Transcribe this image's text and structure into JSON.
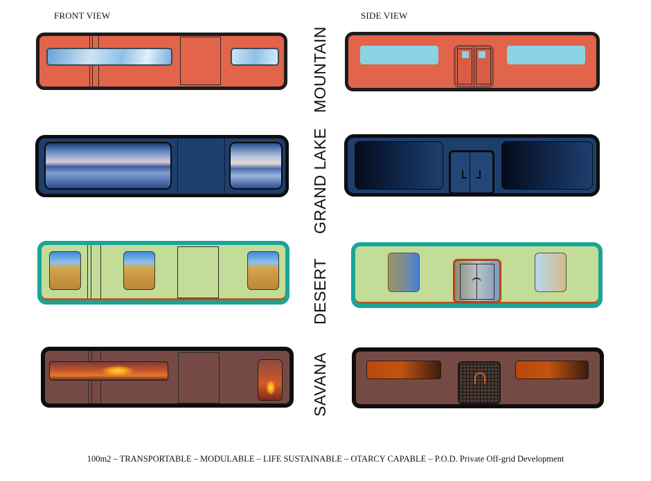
{
  "headers": {
    "front": "FRONT VIEW",
    "side": "SIDE VIEW"
  },
  "rows": [
    {
      "label": "MOUNTAIN",
      "body_color": "#e2644a",
      "border_color": "#1c1c1c"
    },
    {
      "label": "GRAND  LAKE",
      "body_color": "#1d3f6e",
      "border_color": "#0d0d0d"
    },
    {
      "label": "DESERT",
      "body_color": "#c3dc98",
      "border_color": "#1aa597"
    },
    {
      "label": "SAVANA",
      "body_color": "#754a45",
      "border_color": "#0e0e0e"
    }
  ],
  "footer": "100m2 – TRANSPORTABLE – MODULABLE – LIFE SUSTAINABLE – OTARCY CAPABLE – P.O.D. Private Off-grid Development"
}
